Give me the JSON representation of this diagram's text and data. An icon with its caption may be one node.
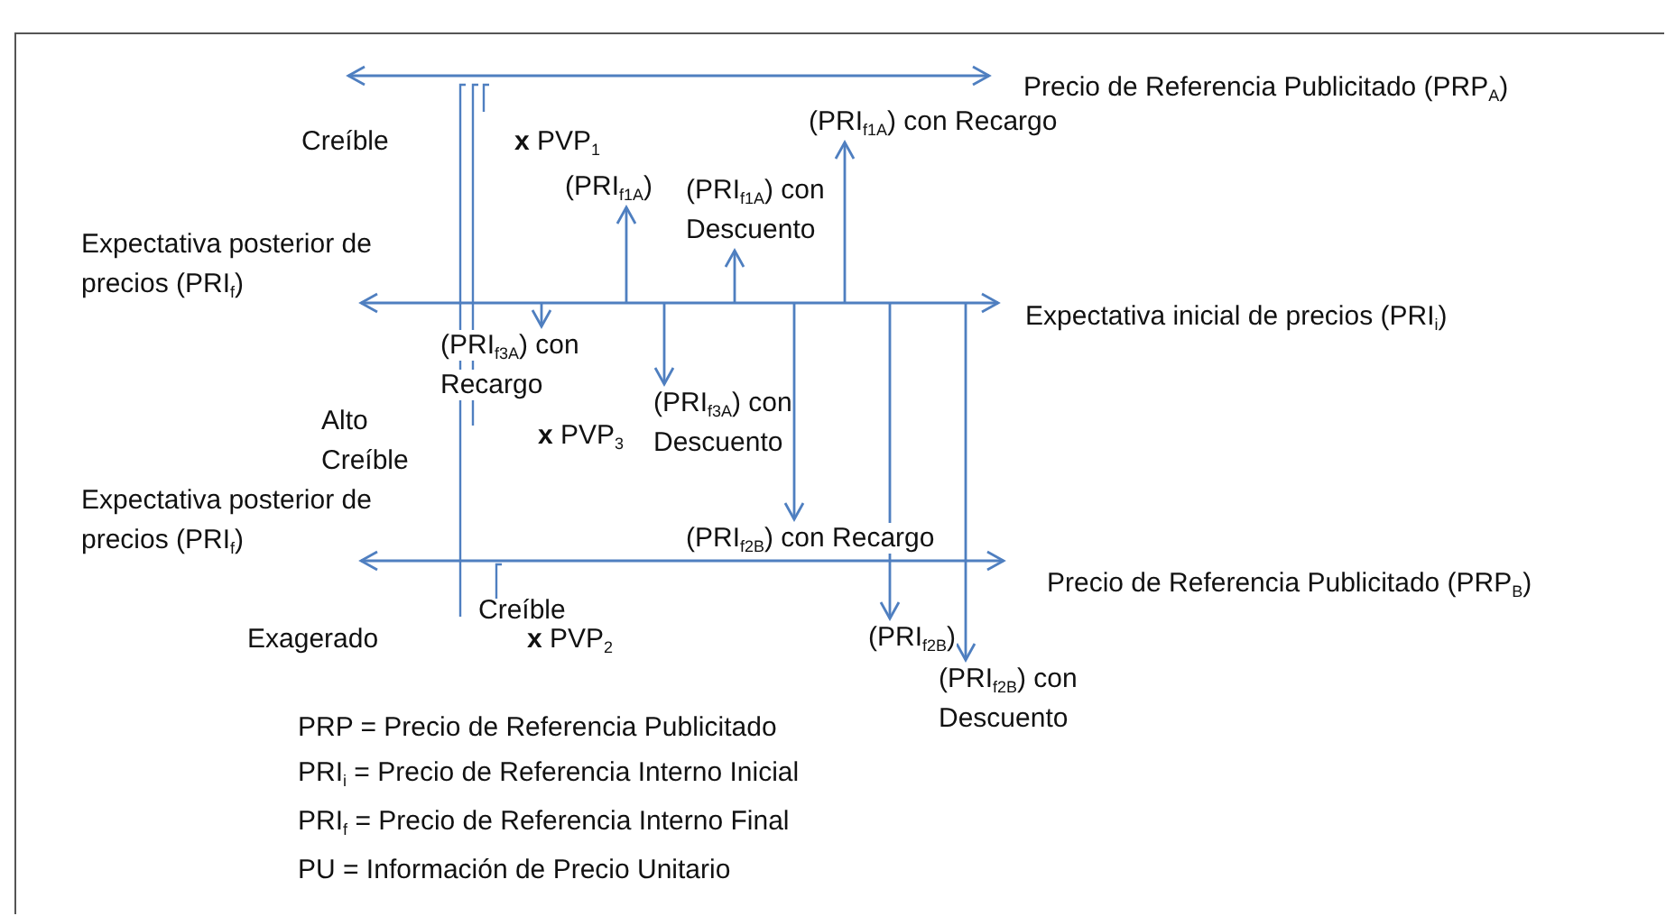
{
  "diagram": {
    "nodes": [
      {
        "text": [
          "(PRI$_{f1A}$)"
        ]
      },
      {
        "text": [
          "(PRI$_{f1A}$) con Descuento"
        ]
      },
      {
        "text": [
          "(PRI$_{f1A}$) con Recargo"
        ]
      },
      {
        "text": [
          "(PRI$_{f3A}$) con Recargo"
        ]
      },
      {
        "text": [
          "(PRI$_{f3A}$) con Descuento"
        ]
      },
      {
        "text": [
          "(PRI$_{f2B}$) con Recargo"
        ]
      },
      {
        "text": [
          "(PRI$_{f2B}$)"
        ]
      },
      {
        "text": [
          "(PRI$_{f2B}$) con Descuento"
        ]
      }
    ],
    "edges": [
      {
        "from": null,
        "to": 0,
        "arrow": "to"
      },
      {
        "from": null,
        "to": 1,
        "arrow": "to"
      },
      {
        "from": null,
        "to": 2,
        "arrow": "to"
      },
      {
        "from": null,
        "to": 3,
        "arrow": "to"
      },
      {
        "from": null,
        "to": 4,
        "arrow": "to"
      },
      {
        "from": null,
        "to": 5,
        "arrow": "to"
      },
      {
        "from": null,
        "to": 6,
        "arrow": "to"
      },
      {
        "from": null,
        "to": 7,
        "arrow": "to"
      }
    ],
    "labels": [
      "Precio de Referencia Publicitado (PRP$_{A}$)",
      "Creíble",
      "**x** PVP$_{1}$",
      "Expectativa posterior de precios (PRI$_{f}$)",
      "Expectativa inicial de precios (PRI$_{i}$)",
      "Alto Creíble",
      "**x** PVP$_{3}$",
      "Expectativa posterior de precios (PRI$_{f}$)",
      "Precio de Referencia Publicitado (PRP$_{B}$)",
      "Creíble",
      "Exagerado",
      "**x** PVP$_{2}$",
      "PRP = Precio de Referencia Publicitado",
      "PRI$_{i}$ = Precio de Referencia Interno Inicial",
      "PRI$_{f}$ = Precio de Referencia Interno Final",
      "PU = Información de Precio Unitario"
    ]
  }
}
